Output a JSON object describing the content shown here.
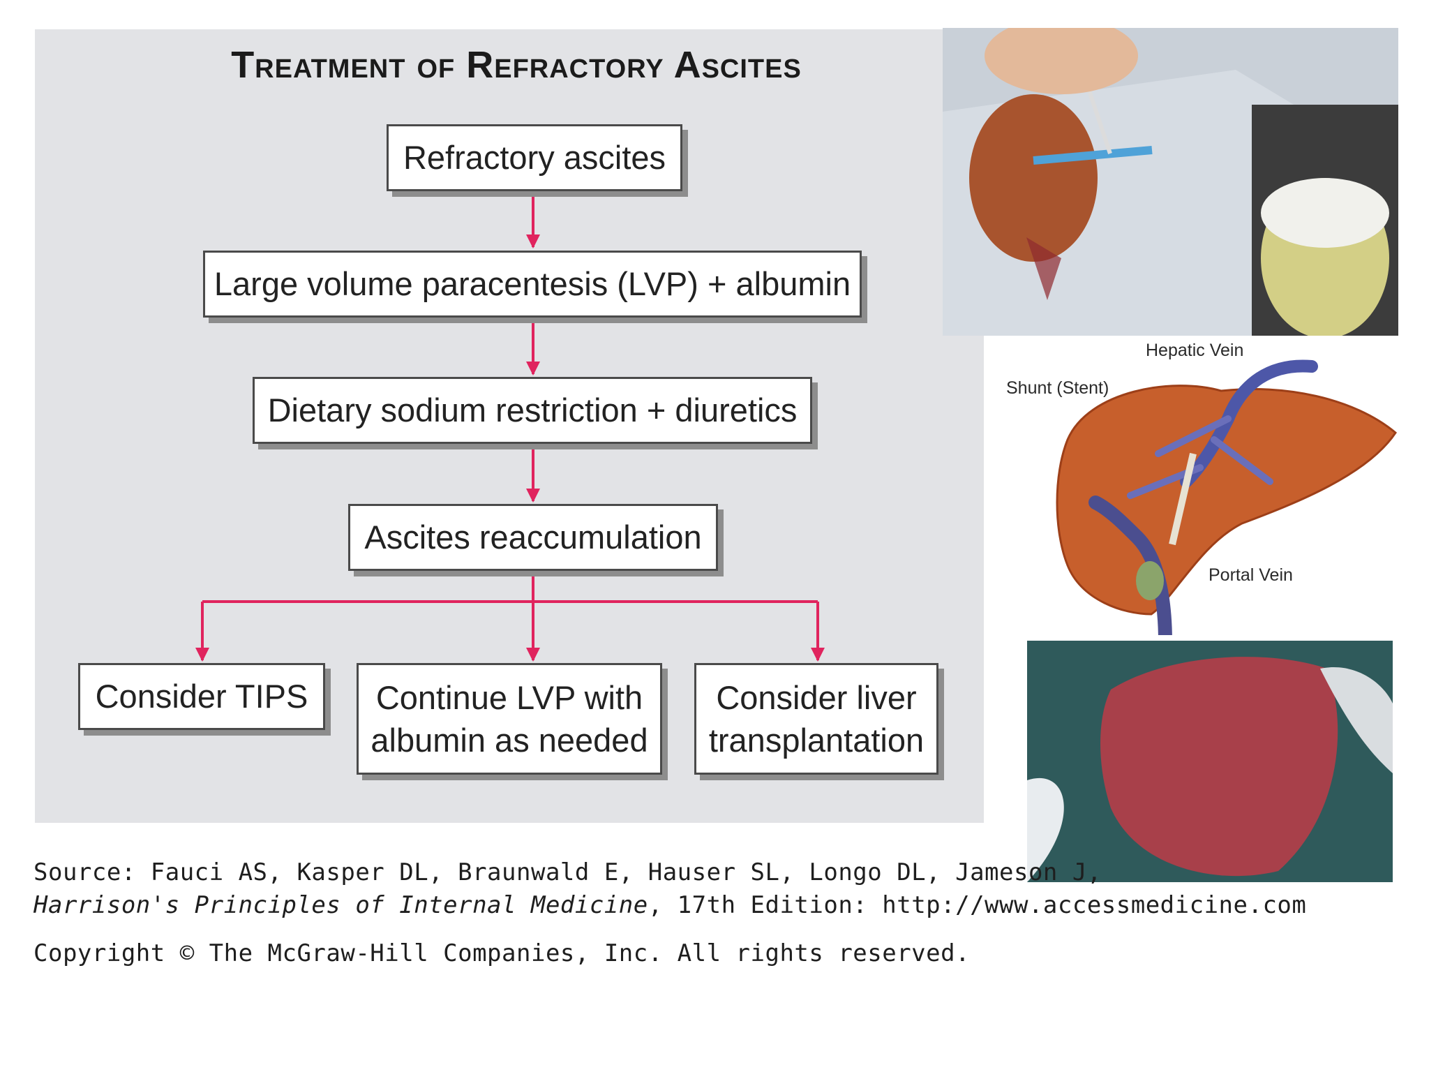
{
  "flowchart": {
    "title": "Treatment of Refractory Ascites",
    "nodes": {
      "refractory": "Refractory ascites",
      "lvp": "Large volume paracentesis (LVP) + albumin",
      "dietary": "Dietary sodium restriction + diuretics",
      "reaccum": "Ascites reaccumulation",
      "tips": "Consider TIPS",
      "continue_line1": "Continue LVP with",
      "continue_line2": "albumin as needed",
      "transplant_line1": "Consider liver",
      "transplant_line2": "transplantation"
    },
    "edges": [
      [
        "Refractory ascites",
        "Large volume paracentesis (LVP) + albumin"
      ],
      [
        "Large volume paracentesis (LVP) + albumin",
        "Dietary sodium restriction + diuretics"
      ],
      [
        "Dietary sodium restriction + diuretics",
        "Ascites reaccumulation"
      ],
      [
        "Ascites reaccumulation",
        "Consider TIPS"
      ],
      [
        "Ascites reaccumulation",
        "Continue LVP with albumin as needed"
      ],
      [
        "Ascites reaccumulation",
        "Consider liver transplantation"
      ]
    ],
    "arrow_color": "#e0245e"
  },
  "illustration": {
    "hepatic_vein": "Hepatic Vein",
    "shunt": "Shunt (Stent)",
    "portal_vein": "Portal Vein"
  },
  "footer": {
    "source_line1": "Source: Fauci AS, Kasper DL, Braunwald E, Hauser SL, Longo DL, Jameson J,",
    "book_title": "Harrison's Principles of Internal Medicine",
    "source_line2_rest": ", 17th Edition: http://www.accessmedicine.com",
    "copyright": "Copyright © The McGraw-Hill Companies, Inc. All rights reserved."
  }
}
